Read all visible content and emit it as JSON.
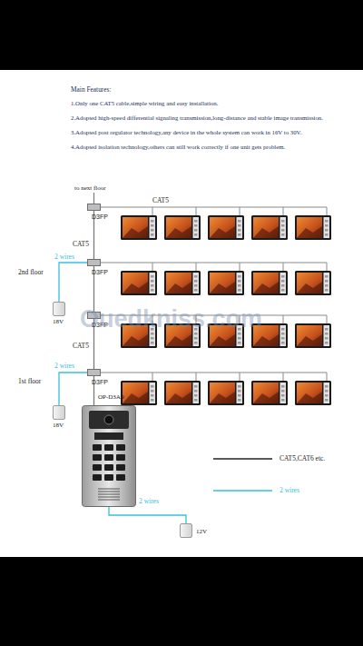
{
  "diagram": {
    "nodes": [
      {
        "text": [
          "D3FP"
        ]
      },
      {
        "text": [
          "D3FP"
        ]
      },
      {
        "text": [
          "18V"
        ]
      },
      {
        "text": [
          "D3FP"
        ]
      },
      {
        "text": [
          "D3FP"
        ]
      },
      {
        "text": [
          "18V"
        ]
      },
      {
        "text": [
          "OP-D3A9"
        ]
      },
      {
        "text": [
          "12V"
        ]
      }
    ],
    "edges": [
      {
        "from": 0,
        "to": 1,
        "label": "CAT5",
        "arrow": "none"
      },
      {
        "from": 1,
        "to": 3,
        "arrow": "none"
      },
      {
        "from": 3,
        "to": 4,
        "label": "CAT5",
        "arrow": "none"
      },
      {
        "from": 4,
        "to": 6,
        "arrow": "none"
      },
      {
        "from": 2,
        "to": 1,
        "label": "2 wires",
        "arrow": "none"
      },
      {
        "from": 5,
        "to": 4,
        "label": "2 wires",
        "arrow": "none"
      },
      {
        "from": 6,
        "to": 7,
        "label": "2 wires",
        "arrow": "none"
      }
    ],
    "labels": [
      "Main Features:",
      "1.Only one CAT5 cable,simple wiring and easy installation.",
      "2.Adopted high-speed differential signaling transmission,long-distance and stable image transmission.",
      "3.Adopted post regulator technology,any device in the whole system can work in 16V to 30V.",
      "4.Adopted isolation technology,others can still work correctly if one unit gets problem.",
      "to next floor",
      "CAT5",
      "2nd floor",
      "1st floor",
      "Ouedkniss.com"
    ],
    "legend": [
      {
        "text": "CAT5,CAT6 etc."
      },
      {
        "text": "2 wires"
      }
    ]
  }
}
